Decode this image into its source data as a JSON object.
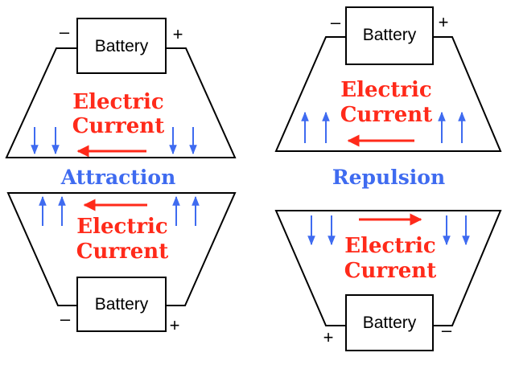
{
  "colors": {
    "wire": "#000000",
    "current_arrow": "#ff2a1a",
    "field_arrow": "#3f6bf0",
    "current_text": "#ff2a1a",
    "force_text": "#3f6bf0"
  },
  "left_diagram": {
    "force_label": "Attraction",
    "top_circuit": {
      "battery_label": "Battery",
      "minus_sign": "–",
      "plus_sign": "+",
      "current_label_line1": "Electric",
      "current_label_line2": "Current",
      "current_direction": "left",
      "field_arrows": [
        "down",
        "down",
        "down",
        "down"
      ]
    },
    "bottom_circuit": {
      "battery_label": "Battery",
      "minus_sign": "–",
      "plus_sign": "+",
      "current_label_line1": "Electric",
      "current_label_line2": "Current",
      "current_direction": "left",
      "field_arrows": [
        "up",
        "up",
        "up",
        "up"
      ]
    }
  },
  "right_diagram": {
    "force_label": "Repulsion",
    "top_circuit": {
      "battery_label": "Battery",
      "minus_sign": "–",
      "plus_sign": "+",
      "current_label_line1": "Electric",
      "current_label_line2": "Current",
      "current_direction": "left",
      "field_arrows": [
        "up",
        "up",
        "up",
        "up"
      ]
    },
    "bottom_circuit": {
      "battery_label": "Battery",
      "minus_sign": "–",
      "plus_sign": "+",
      "current_label_line1": "Electric",
      "current_label_line2": "Current",
      "current_direction": "right",
      "field_arrows": [
        "down",
        "down",
        "down",
        "down"
      ]
    }
  }
}
